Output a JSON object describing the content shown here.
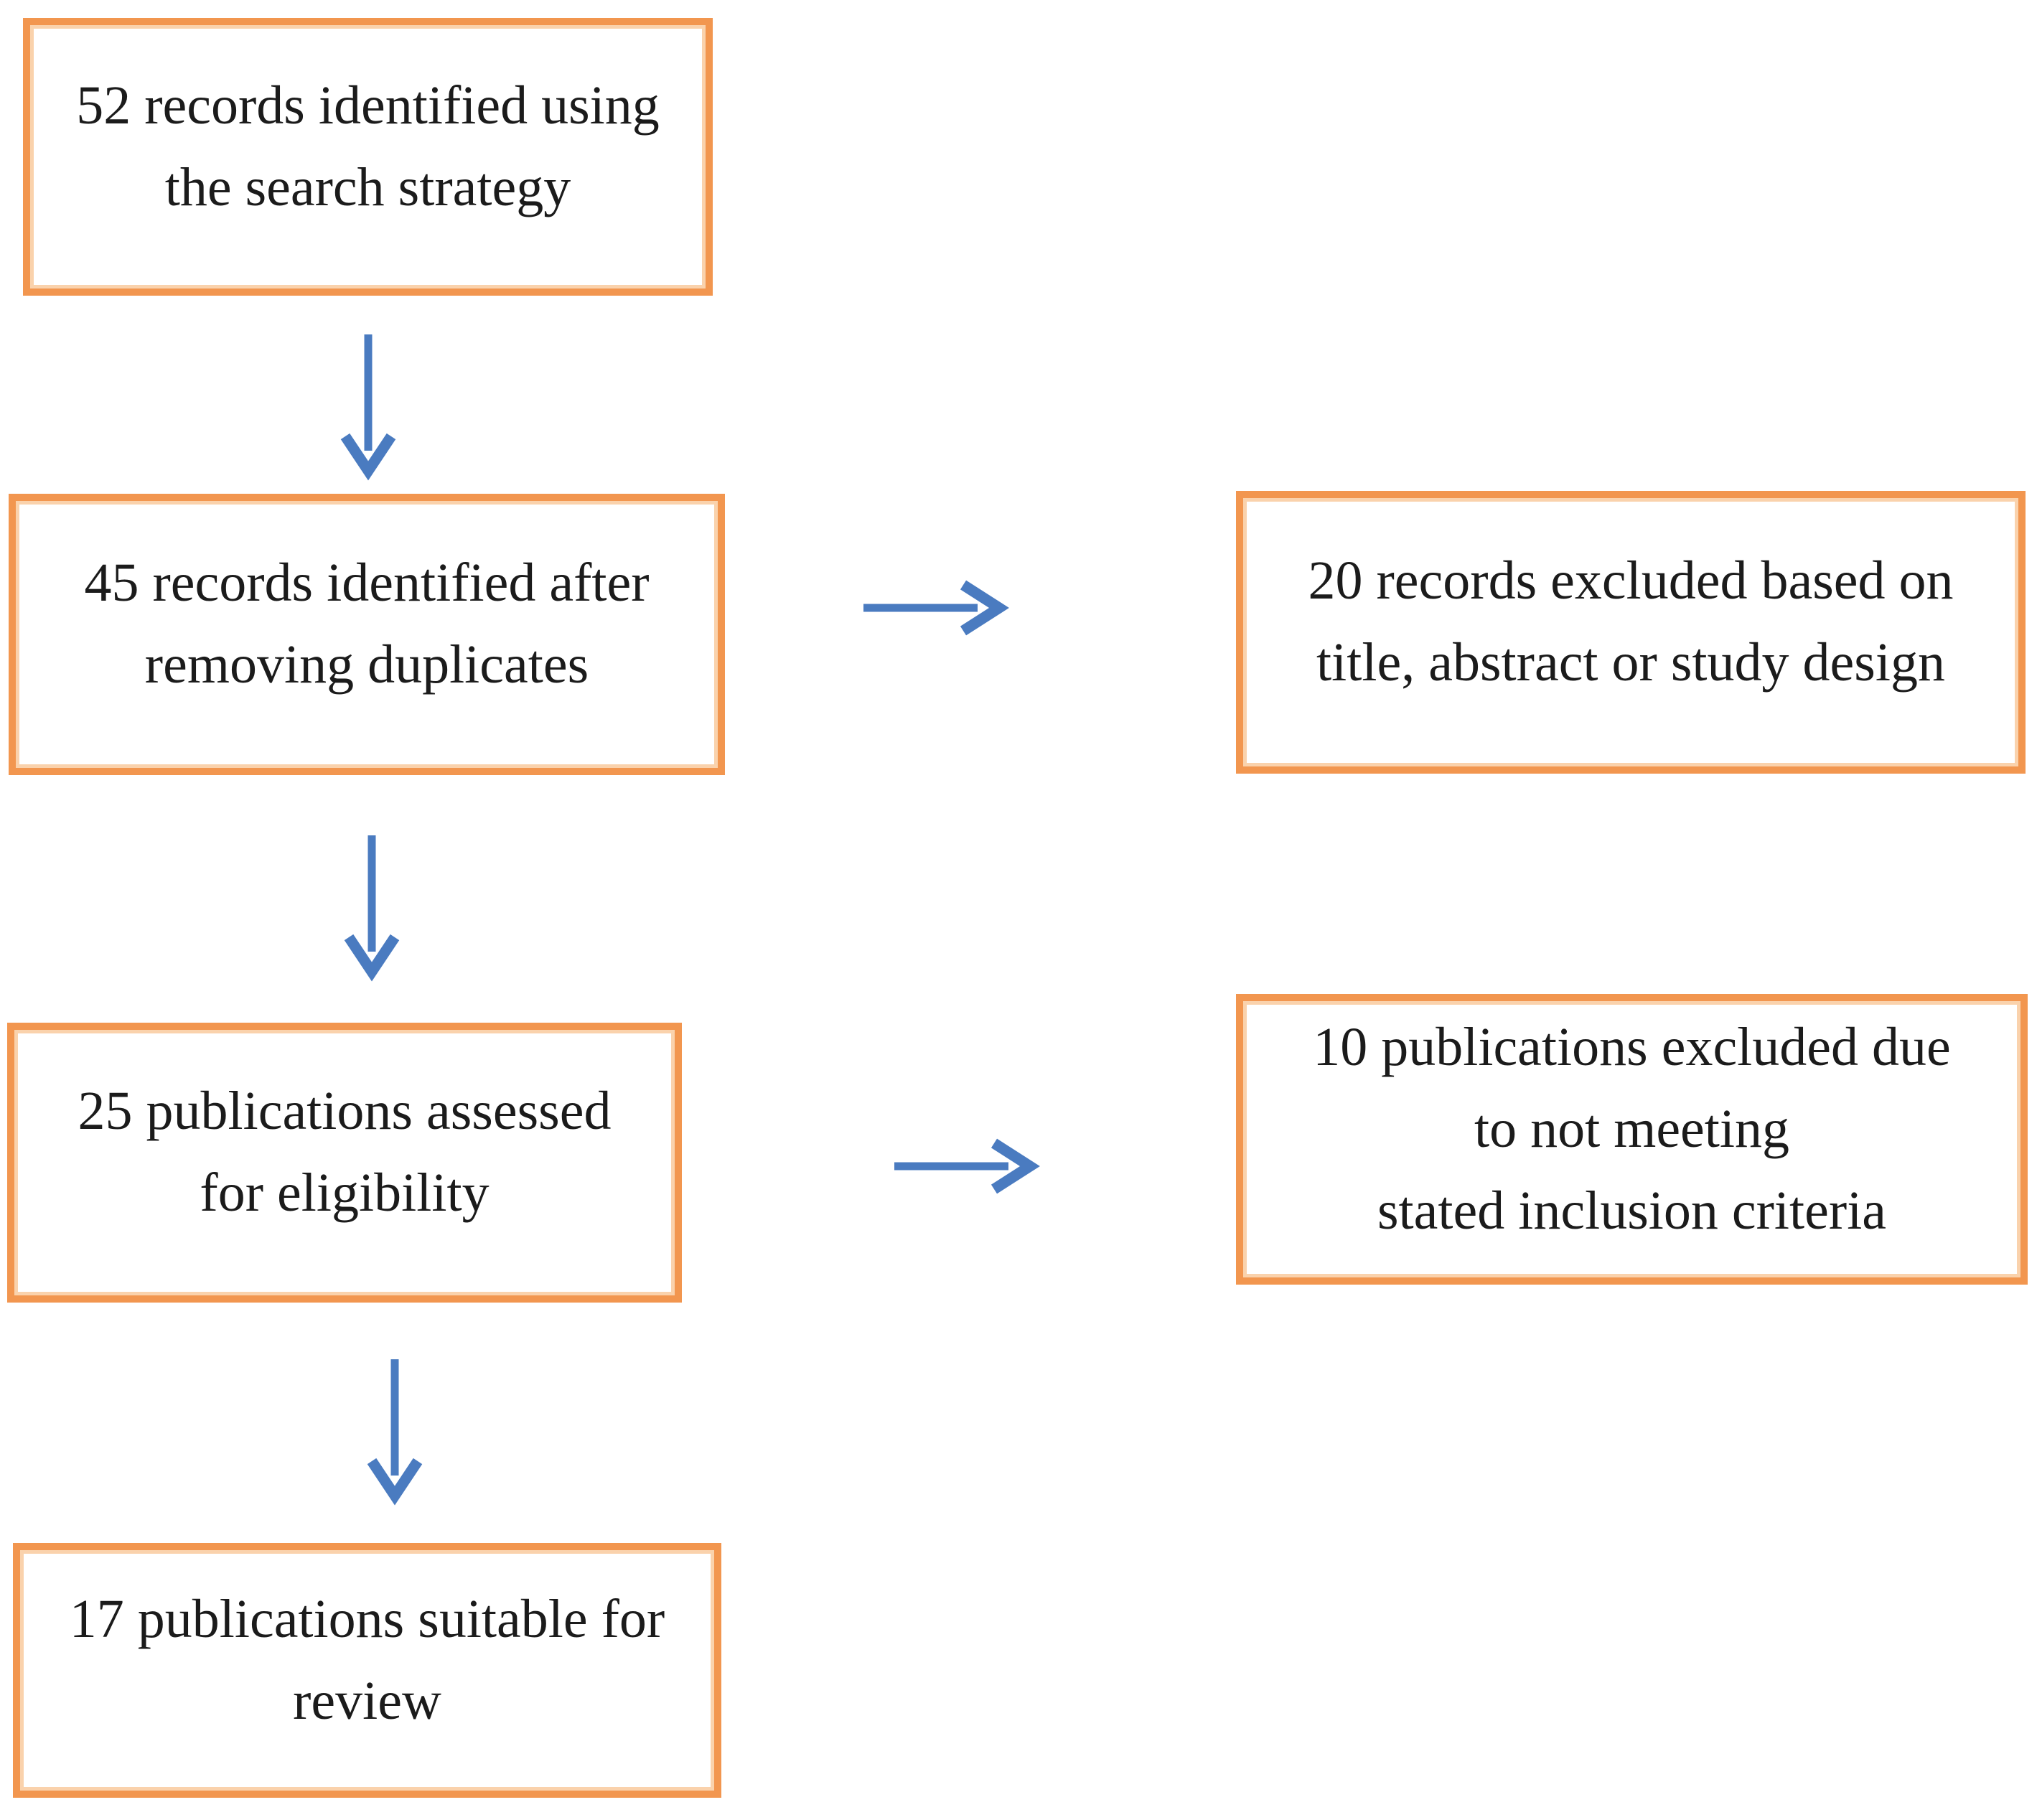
{
  "colors": {
    "box_border": "#F2964F",
    "box_border_inner": "#FAD2AC",
    "arrow": "#4A7BC0",
    "text": "#1B1B1B",
    "background": "#FFFFFF"
  },
  "flowchart": {
    "type": "prisma-flow-diagram",
    "boxes": [
      {
        "id": "records-identified",
        "lines": [
          "52 records identified using",
          "the search strategy"
        ]
      },
      {
        "id": "records-deduplicated",
        "lines": [
          "45 records identified after",
          "removing duplicates"
        ]
      },
      {
        "id": "records-excluded",
        "lines": [
          "20 records excluded based on",
          "title, abstract or study design"
        ]
      },
      {
        "id": "publications-assessed",
        "lines": [
          "25 publications assessed",
          "for eligibility"
        ]
      },
      {
        "id": "publications-excluded",
        "lines": [
          "10 publications excluded due",
          "to not meeting",
          "stated inclusion criteria"
        ]
      },
      {
        "id": "publications-included",
        "lines": [
          "17 publications suitable for",
          "review"
        ]
      }
    ]
  }
}
